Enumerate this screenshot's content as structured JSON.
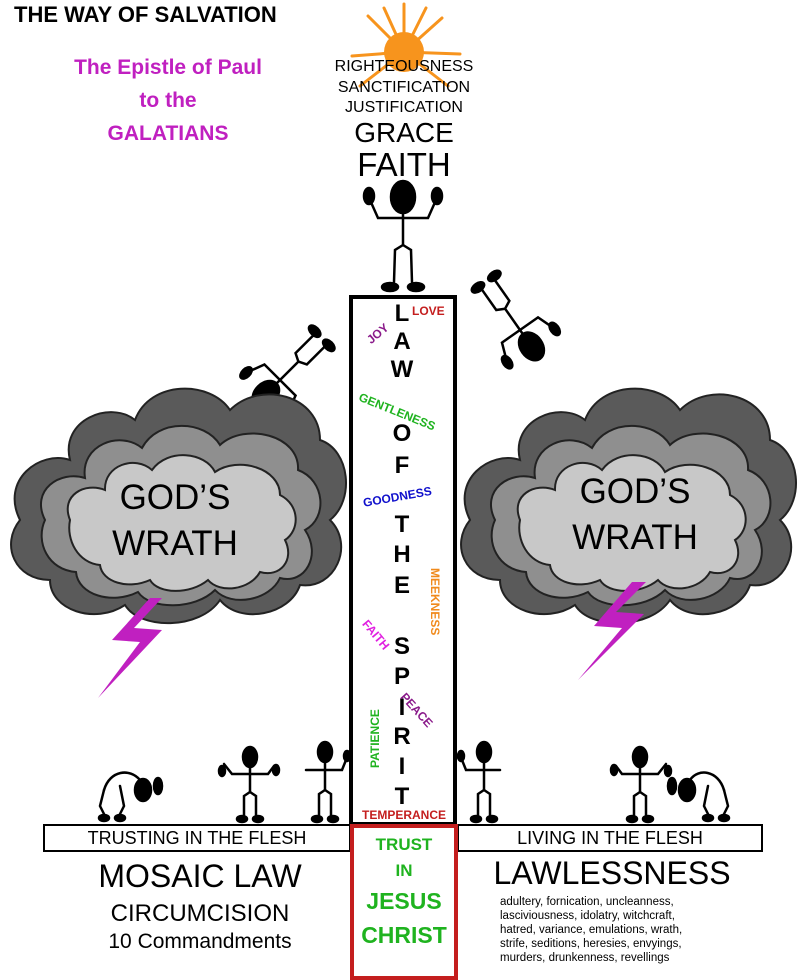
{
  "header": {
    "title": "THE WAY OF SALVATION",
    "epistle_line1": "The Epistle of Paul",
    "epistle_line2": "to the",
    "epistle_line3": "GALATIANS"
  },
  "top": {
    "words": [
      "RIGHTEOUSNESS",
      "SANCTIFICATION",
      "JUSTIFICATION"
    ],
    "grace": "GRACE",
    "faith": "FAITH"
  },
  "pillar": {
    "letters": [
      "L",
      "A",
      "W",
      "O",
      "F",
      "T",
      "H",
      "E",
      "S",
      "P",
      "I",
      "R",
      "I",
      "T"
    ],
    "fruits": {
      "love": "LOVE",
      "joy": "JOY",
      "gentleness": "GENTLENESS",
      "goodness": "GOODNESS",
      "meekness": "MEEKNESS",
      "faith": "FAITH",
      "peace": "PEACE",
      "patience": "PATIENCE",
      "temperance": "TEMPERANCE"
    }
  },
  "clouds": {
    "left_line1": "GOD’S",
    "left_line2": "WRATH",
    "right_line1": "GOD’S",
    "right_line2": "WRATH"
  },
  "left_ground": {
    "banner": "TRUSTING IN THE FLESH",
    "line1": "MOSAIC LAW",
    "line2": "CIRCUMCISION",
    "line3": "10 Commandments"
  },
  "center_base": {
    "line1": "TRUST",
    "line2": "IN",
    "line3": "JESUS",
    "line4": "CHRIST"
  },
  "right_ground": {
    "banner": "LIVING IN THE FLESH",
    "heading": "LAWLESSNESS",
    "works": [
      "adultery, fornication, uncleanness,",
      "lasciviousness, idolatry, witchcraft,",
      "hatred, variance, emulations, wrath,",
      "strife, seditions, heresies, envyings,",
      "murders, drunkenness, revellings"
    ]
  },
  "colors": {
    "magenta": "#c020c0",
    "red": "#c41e1e",
    "green": "#1fb31f",
    "blue": "#1010cc",
    "orange": "#f08a1c",
    "purple": "#8a1a8a",
    "sun": "#f7941d",
    "cloud_dark": "#5a5a5a",
    "cloud_mid": "#8f8f8f",
    "cloud_light": "#c8c8c8"
  }
}
